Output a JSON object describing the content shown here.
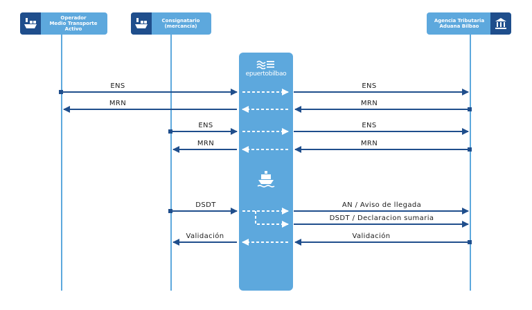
{
  "actors": {
    "operador": {
      "name": "Operador\nMedio Transporte\nActivo",
      "icon": "ship-cargo-icon"
    },
    "consignatario": {
      "name": "Consignatario\n(mercancía)",
      "icon": "ship-cargo-icon"
    },
    "agencia": {
      "name": "Agencia Tributaria\nAduana Bilbao",
      "icon": "government-building-icon"
    }
  },
  "hub": {
    "name": "epuertobilbao",
    "icon": "wave-logo-icon",
    "mid_icon": "ship-icon"
  },
  "messages": {
    "ens_1_left": "ENS",
    "ens_1_right": "ENS",
    "mrn_1_left": "MRN",
    "mrn_1_right": "MRN",
    "ens_2_left": "ENS",
    "ens_2_right": "ENS",
    "mrn_2_left": "MRN",
    "mrn_2_right": "MRN",
    "dsdt_left": "DSDT",
    "an_right": "AN / Aviso de llegada",
    "dsdt_right": "DSDT / Declaracion sumaria",
    "val_left": "Validación",
    "val_right": "Validación"
  },
  "colors": {
    "accent_light": "#5da8dd",
    "accent_dark": "#1f4e8c",
    "arrow": "#1f4e8c"
  }
}
